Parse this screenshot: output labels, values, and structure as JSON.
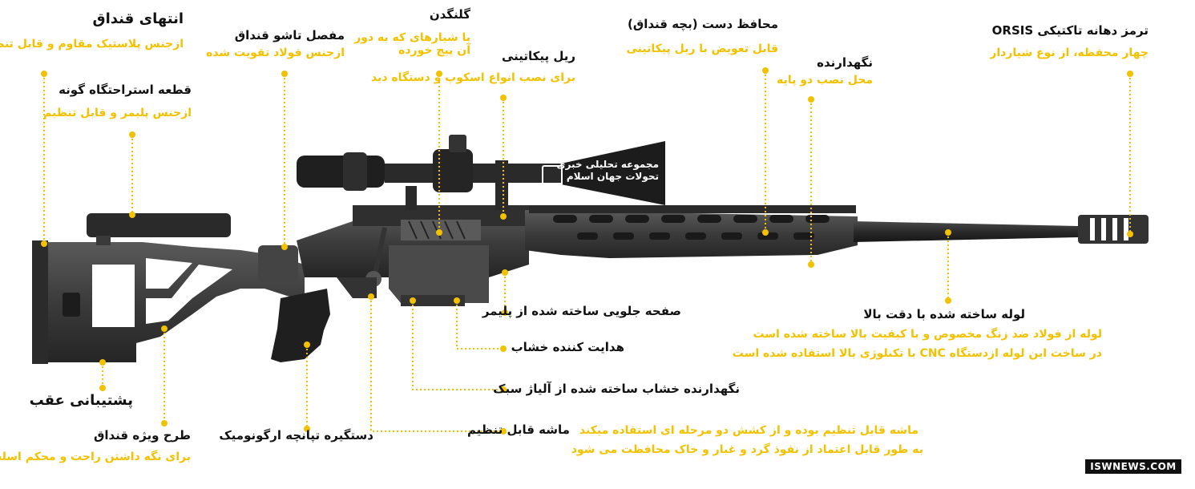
{
  "callouts": [
    {
      "id": "stock-end",
      "title": "انتهای قنداق",
      "desc": "ازجنس پلاستیک مقاوم و قابل تنظیم",
      "accent": "#f2c200"
    },
    {
      "id": "cheek-piece",
      "title": "قطعه استراحتگاه گونه",
      "desc": "ازجنس پلیمر و قابل تنظیم",
      "accent": "#f2c200"
    },
    {
      "id": "folding-joint",
      "title": "مفصل تاشو قنداق",
      "desc": "ازجنس فولاد تقویت شده",
      "accent": "#f2c200"
    },
    {
      "id": "bolt",
      "title": "گلنگدن",
      "desc1": "با شیارهای که به دور",
      "desc2": "آن پیچ خورده",
      "accent": "#f2c200"
    },
    {
      "id": "picatinny-rail",
      "title": "ریل پیکاتینی",
      "desc": "برای نصب انواع اسکوپ و دستگاه دید",
      "accent": "#f2c200"
    },
    {
      "id": "handguard",
      "title": "محافظ دست (بچه قنداق)",
      "desc": "قابل تعویض با ریل پیکاتینی",
      "accent": "#f2c200"
    },
    {
      "id": "bipod-mount",
      "title": "نگهدارنده",
      "desc": "محل نصب دو پایه",
      "accent": "#f2c200"
    },
    {
      "id": "muzzle-brake",
      "title": "ترمز دهانه تاکتیکی ORSIS",
      "desc": "چهار محفظه، از نوع شیاردار",
      "accent": "#f2c200"
    },
    {
      "id": "barrel",
      "title": "لوله ساخته شده با دقت بالا",
      "desc1": "لوله از فولاد ضد زنگ مخصوص و با کیفیت بالا ساخته شده است",
      "desc2": "در ساخت این لوله ازدستگاه CNC با تکنلوژی بالا استفاده شده است",
      "accent": "#f2c200"
    },
    {
      "id": "front-plate",
      "title": "صفحه جلویی ساخته شده از پلیمر"
    },
    {
      "id": "magazine-guide",
      "title": "هدایت کننده خشاب"
    },
    {
      "id": "magazine-holder",
      "title": "نگهدارنده خشاب ساخته شده از آلیاژ سبک"
    },
    {
      "id": "trigger",
      "title": "ماشه قابل تنظیم",
      "desc1": "ماشه قابل تنظیم بوده و از کشش دو مرحله ای استفاده میکند",
      "desc2": "به طور قابل اعتماد از نفوذ گرد و غبار و خاک محافظت می شود",
      "accent": "#f2c200"
    },
    {
      "id": "pistol-grip",
      "title": "دستگیره تپانچه ارگونومیک"
    },
    {
      "id": "stock-design",
      "title": "طرح ویژه قنداق",
      "desc": "برای نگه داشتن راحت و محکم اسلحه",
      "accent": "#f2c200"
    },
    {
      "id": "rear-support",
      "title": "پشتیبانی عقب"
    }
  ],
  "watermark": {
    "line1": "مجموعه تحلیلی خبری",
    "line2": "تحولات جهان اسلام"
  },
  "footer": {
    "site": "ISWNEWS.COM"
  },
  "colors": {
    "accent": "#f2c200",
    "rifle": "#3a3a3a",
    "rifle_dark": "#1c1c1c",
    "text": "#111111"
  }
}
